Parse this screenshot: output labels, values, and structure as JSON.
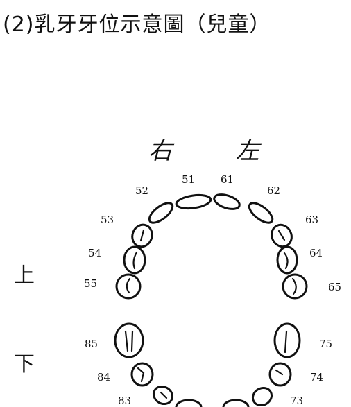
{
  "title": "(2)乳牙牙位示意圖（兒童）",
  "labels": {
    "right": "右",
    "left": "左",
    "upper": "上",
    "lower": "下"
  },
  "teeth": {
    "t51": "51",
    "t52": "52",
    "t53": "53",
    "t54": "54",
    "t55": "55",
    "t61": "61",
    "t62": "62",
    "t63": "63",
    "t64": "64",
    "t65": "65",
    "t75": "75",
    "t74": "74",
    "t73": "73",
    "t85": "85",
    "t84": "84",
    "t83": "83"
  }
}
